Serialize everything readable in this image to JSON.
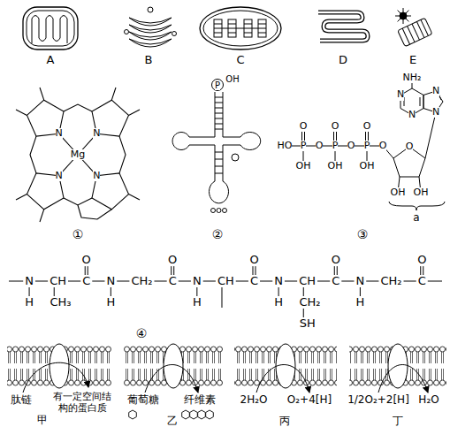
{
  "diagram": {
    "labels": [
      "A",
      "B",
      "C",
      "D",
      "E",
      "N",
      "N",
      "N",
      "N",
      "Mg",
      "①",
      "P",
      "OH",
      "②",
      "HO",
      "P",
      "O",
      "P",
      "O",
      "P",
      "O",
      "O",
      "O",
      "O",
      "OH",
      "OH",
      "OH",
      "O",
      "OH",
      "OH",
      "NH₂",
      "N",
      "N",
      "N",
      "N",
      "a",
      "③",
      "N",
      "CH",
      "C",
      "N",
      "CH₂",
      "C",
      "N",
      "CH",
      "C",
      "N",
      "CH",
      "C",
      "N",
      "CH₂",
      "C",
      "O",
      "O",
      "O",
      "O",
      "O",
      "H",
      "H",
      "H",
      "H",
      "H",
      "CH₃",
      "CH₂",
      "SH",
      "④",
      "肽链",
      "有一定空间结构的蛋白质",
      "甲",
      "葡萄糖",
      "纤维素",
      "乙",
      "2H₂O",
      "O₂+4[H]",
      "丙",
      "1/2O₂+2[H]",
      "H₂O",
      "丁"
    ]
  }
}
